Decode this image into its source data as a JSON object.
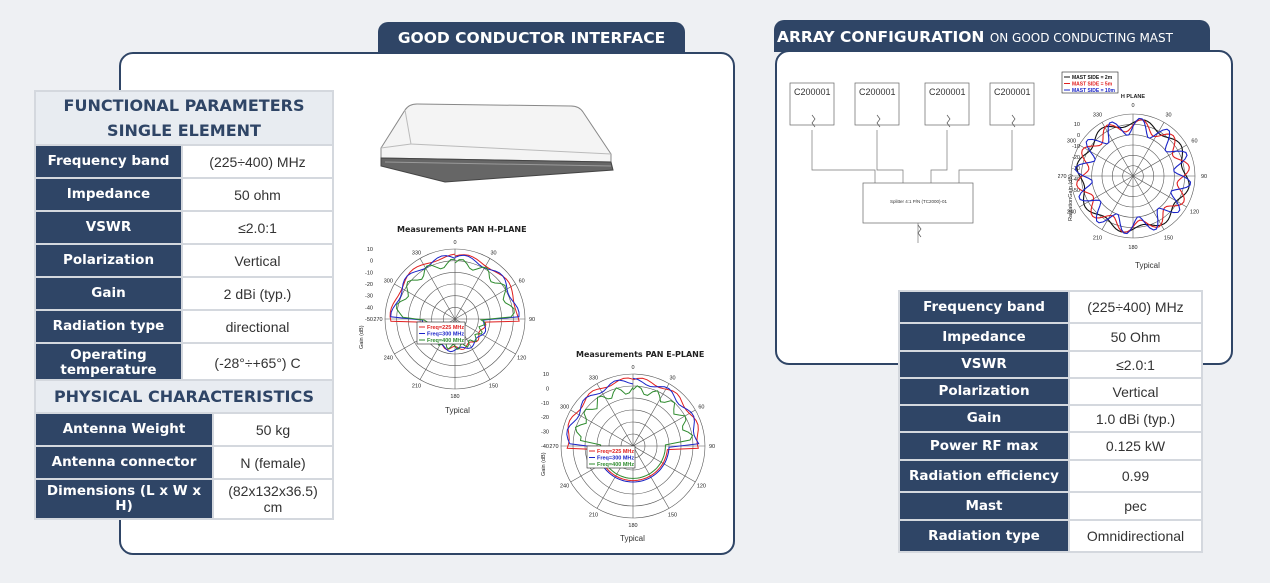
{
  "left_tab": {
    "title": "GOOD CONDUCTOR INTERFACE"
  },
  "right_tab": {
    "title": "ARRAY CONFIGURATION",
    "subtitle": "ON GOOD CONDUCTING MAST"
  },
  "functional": {
    "heading_line1": "FUNCTIONAL PARAMETERS",
    "heading_line2": "SINGLE ELEMENT",
    "rows": [
      {
        "label": "Frequency band",
        "value": "(225÷400) MHz"
      },
      {
        "label": "Impedance",
        "value": "50 ohm"
      },
      {
        "label": "VSWR",
        "value": "≤2.0:1"
      },
      {
        "label": "Polarization",
        "value": "Vertical"
      },
      {
        "label": "Gain",
        "value": "2 dBi (typ.)"
      },
      {
        "label": "Radiation type",
        "value": "directional"
      },
      {
        "label": "Operating temperature",
        "value": "(-28°÷+65°) C"
      }
    ]
  },
  "physical": {
    "heading": "PHYSICAL CHARACTERISTICS",
    "rows": [
      {
        "label": "Antenna Weight",
        "value": "50 kg"
      },
      {
        "label": "Antenna connector",
        "value": "N (female)"
      },
      {
        "label": "Dimensions (L x W x H)",
        "value": "(82x132x36.5) cm"
      }
    ]
  },
  "h_plane": {
    "title": "Measurements PAN H-PLANE",
    "caption": "Typical",
    "ylabel": "Gain (dB)",
    "radial_ticks": [
      "10",
      "0",
      "-10",
      "-20",
      "-30",
      "-40",
      "-50"
    ],
    "angles": [
      "0",
      "30",
      "60",
      "90",
      "120",
      "150",
      "180",
      "210",
      "240",
      "270",
      "300",
      "330"
    ],
    "legend": [
      "Freq=225 MHz",
      "Freq=300 MHz",
      "Freq=400 MHz"
    ]
  },
  "e_plane": {
    "title": "Measurements PAN E-PLANE",
    "caption": "Typical",
    "ylabel": "Gain (dB)",
    "radial_ticks": [
      "10",
      "0",
      "-10",
      "-20",
      "-30",
      "-40"
    ],
    "angles": [
      "0",
      "30",
      "60",
      "90",
      "120",
      "150",
      "180",
      "210",
      "240",
      "270",
      "300",
      "330"
    ],
    "legend": [
      "Freq=225 MHz",
      "Freq=300 MHz",
      "Freq=400 MHz"
    ]
  },
  "array": {
    "elements": [
      "C200001",
      "C200001",
      "C200001",
      "C200001"
    ],
    "splitter_label": "Splitter 4:1  P/N (TC2000)-01",
    "plot_title": "H PLANE",
    "plot_caption": "Typical",
    "ylabel": "RadiationGain (dB)",
    "legend": [
      "MAST SIDE = 2m",
      "MAST SIDE = 5m",
      "MAST SIDE = 10m"
    ],
    "radial_ticks": [
      "10",
      "0",
      "-10",
      "-20",
      "-30",
      "-40",
      "-50"
    ],
    "angles": [
      "0",
      "30",
      "60",
      "90",
      "120",
      "150",
      "180",
      "210",
      "240",
      "270",
      "300",
      "330"
    ]
  },
  "array_params": {
    "rows": [
      {
        "label": "Frequency band",
        "value": "(225÷400) MHz"
      },
      {
        "label": "Impedance",
        "value": "50 Ohm"
      },
      {
        "label": "VSWR",
        "value": "≤2.0:1"
      },
      {
        "label": "Polarization",
        "value": "Vertical"
      },
      {
        "label": "Gain",
        "value": "1.0 dBi (typ.)"
      },
      {
        "label": "Power RF max",
        "value": "0.125 kW"
      },
      {
        "label": "Radiation efficiency",
        "value": "0.99"
      },
      {
        "label": "Mast",
        "value": "pec"
      },
      {
        "label": "Radiation type",
        "value": "Omnidirectional"
      }
    ]
  },
  "colors": {
    "navy": "#2f4566",
    "series_red": "#e02020",
    "series_blue": "#1a24c8",
    "series_green": "#2e8b2e"
  }
}
